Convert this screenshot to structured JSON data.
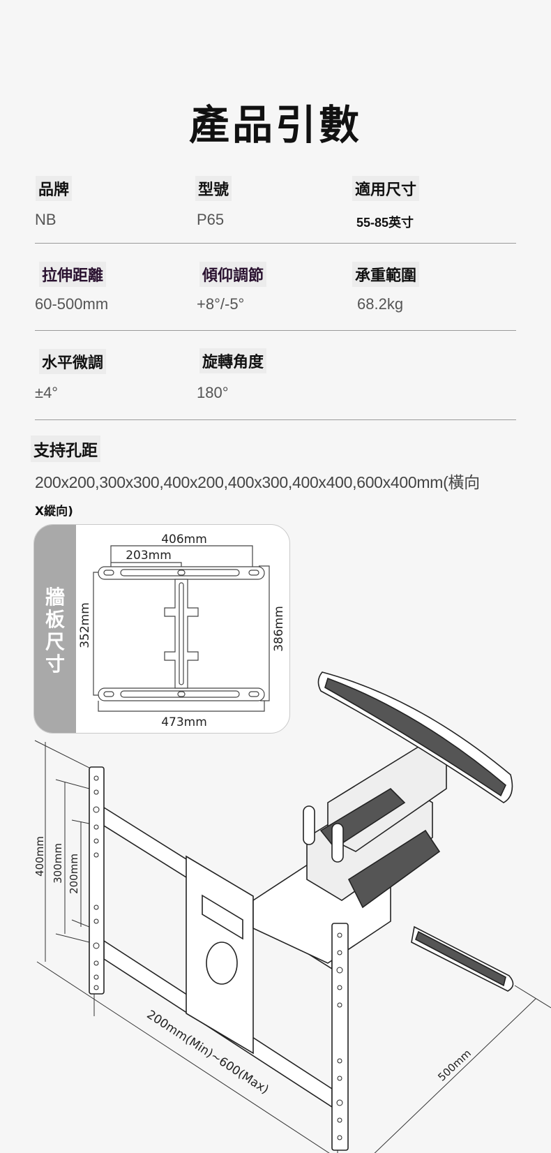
{
  "title": "產品引數",
  "specs": [
    {
      "label": "品牌",
      "value": "NB"
    },
    {
      "label": "型號",
      "value": "P65"
    },
    {
      "label": "適用尺寸",
      "value": "55-85英寸"
    },
    {
      "label": "拉伸距離",
      "value": "60-500mm"
    },
    {
      "label": "傾仰調節",
      "value": "+8°/-5°"
    },
    {
      "label": "承重範圍",
      "value": "68.2kg"
    },
    {
      "label": "水平微調",
      "value": "±4°"
    },
    {
      "label": "旋轉角度",
      "value": "180°"
    }
  ],
  "holes": {
    "label": "支持孔距",
    "value": "200x200,300x300,400x200,400x300,400x400,600x400mm(橫向",
    "value2": "X縱向)"
  },
  "wall_plate": {
    "label": "牆板尺寸",
    "dim_406": "406mm",
    "dim_203": "203mm",
    "dim_352": "352mm",
    "dim_386": "386mm",
    "dim_473": "473mm"
  },
  "mount": {
    "dim_400": "400mm",
    "dim_300": "300mm",
    "dim_200": "200mm",
    "dim_width": "200mm(Min)~600(Max)",
    "dim_500": "500mm"
  }
}
